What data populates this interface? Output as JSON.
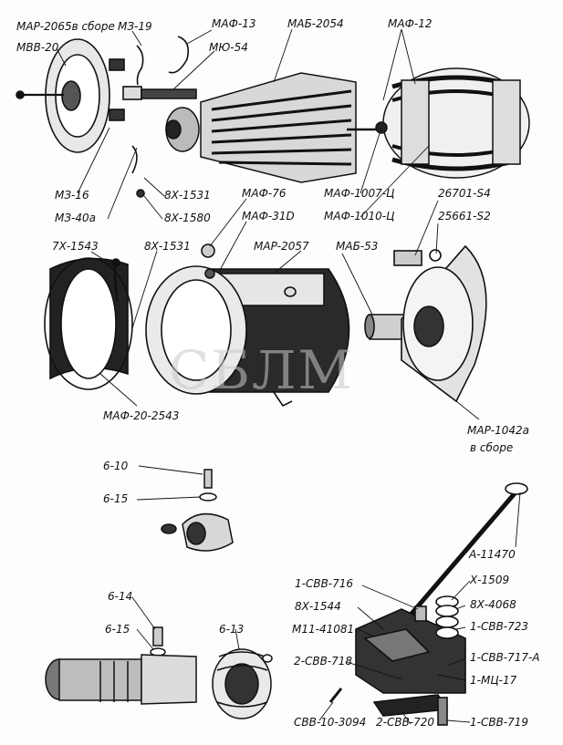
{
  "watermark": "СБЛМ",
  "labels": {
    "mar2065": "МАР-2065в сборе",
    "m319": "МЗ-19",
    "maf13": "МАФ-13",
    "mab2054": "МАБ-2054",
    "maf12": "МАФ-12",
    "mvv20": "МВВ-20",
    "myu54": "МЮ-54",
    "m316": "МЗ-16",
    "m340a": "МЗ-40а",
    "x1531a": "8Х-1531",
    "x1580": "8Х-1580",
    "maf1007": "МАФ-1007-Ц",
    "maf1010": "МАФ-1010-Ц",
    "n26701": "26701-S4",
    "n25661": "25661-S2",
    "maf76": "МАФ-76",
    "maf31d": "МАФ-31D",
    "x7_1543": "7Х-1543",
    "x1531b": "8Х-1531",
    "mar2057": "МАР-2057",
    "mab53": "МАБ-53",
    "maf20": "МАФ-20-2543",
    "mar1042": "МАР-1042а",
    "vsbore": "в сборе",
    "b10": "6-10",
    "b15a": "6-15",
    "b14": "6-14",
    "b15b": "6-15",
    "b13": "6-13",
    "a11470": "А-11470",
    "csvv716": "1-СВВ-716",
    "x1509": "Х-1509",
    "x1544": "8Х-1544",
    "x4068": "8Х-4068",
    "m11": "М11-41081",
    "csvv723": "1-СВВ-723",
    "csvv718": "2-СВВ-718",
    "csvv717": "1-СВВ-717-А",
    "mts17": "1-МЦ-17",
    "svv10": "СВВ-10-3094",
    "csvv720": "2-СВВ-720",
    "csvv719": "1-СВВ-719"
  }
}
